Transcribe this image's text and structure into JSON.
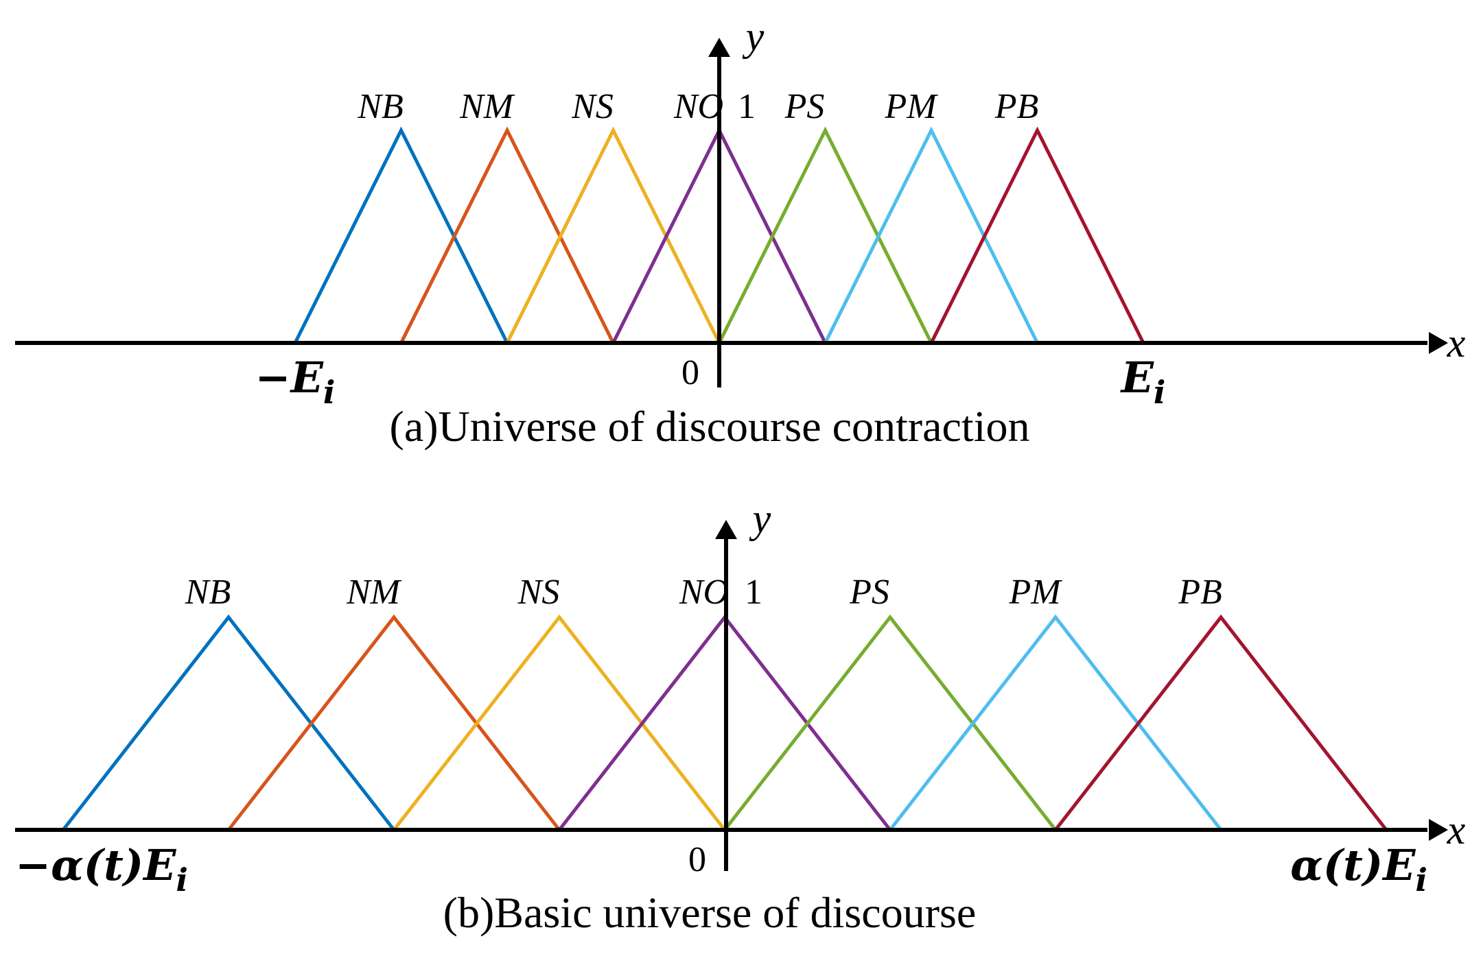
{
  "colors": {
    "NB": "#0072BD",
    "NM": "#D95319",
    "NS": "#EDB120",
    "NO": "#7E2F8E",
    "PS": "#77AC30",
    "PM": "#4DBEEE",
    "PB": "#A2142F",
    "axis": "#000000"
  },
  "panels": [
    {
      "id": "a",
      "caption": "(a)Universe of discourse contraction",
      "x_axis_label": "x",
      "y_axis_label": "y",
      "peak_label": "1",
      "origin_label": "0",
      "left_end_label": "−E",
      "left_end_sub": "i",
      "right_end_label": "E",
      "right_end_sub": "i",
      "sets": [
        {
          "label": "NB",
          "color_key": "NB",
          "points": [
            [
              -1.0,
              0
            ],
            [
              -0.75,
              1
            ],
            [
              -0.5,
              0
            ]
          ]
        },
        {
          "label": "NM",
          "color_key": "NM",
          "points": [
            [
              -0.75,
              0
            ],
            [
              -0.5,
              1
            ],
            [
              -0.25,
              0
            ]
          ]
        },
        {
          "label": "NS",
          "color_key": "NS",
          "points": [
            [
              -0.5,
              0
            ],
            [
              -0.25,
              1
            ],
            [
              0.0,
              0
            ]
          ]
        },
        {
          "label": "NO",
          "color_key": "NO",
          "points": [
            [
              -0.25,
              0
            ],
            [
              0.0,
              1
            ],
            [
              0.25,
              0
            ]
          ]
        },
        {
          "label": "PS",
          "color_key": "PS",
          "points": [
            [
              0.0,
              0
            ],
            [
              0.25,
              1
            ],
            [
              0.5,
              0
            ]
          ]
        },
        {
          "label": "PM",
          "color_key": "PM",
          "points": [
            [
              0.25,
              0
            ],
            [
              0.5,
              1
            ],
            [
              0.75,
              0
            ]
          ]
        },
        {
          "label": "PB",
          "color_key": "PB",
          "points": [
            [
              0.5,
              0
            ],
            [
              0.75,
              1
            ],
            [
              1.0,
              0
            ]
          ]
        }
      ]
    },
    {
      "id": "b",
      "caption": "(b)Basic universe of discourse",
      "x_axis_label": "x",
      "y_axis_label": "y",
      "peak_label": "1",
      "origin_label": "0",
      "left_end_label": "−α(t)E",
      "left_end_sub": "i",
      "right_end_label": "α(t)E",
      "right_end_sub": "i",
      "sets": [
        {
          "label": "NB",
          "color_key": "NB",
          "points": [
            [
              -1.0,
              0
            ],
            [
              -0.75,
              1
            ],
            [
              -0.5,
              0
            ]
          ]
        },
        {
          "label": "NM",
          "color_key": "NM",
          "points": [
            [
              -0.75,
              0
            ],
            [
              -0.5,
              1
            ],
            [
              -0.25,
              0
            ]
          ]
        },
        {
          "label": "NS",
          "color_key": "NS",
          "points": [
            [
              -0.5,
              0
            ],
            [
              -0.25,
              1
            ],
            [
              0.0,
              0
            ]
          ]
        },
        {
          "label": "NO",
          "color_key": "NO",
          "points": [
            [
              -0.25,
              0
            ],
            [
              0.0,
              1
            ],
            [
              0.25,
              0
            ]
          ]
        },
        {
          "label": "PS",
          "color_key": "PS",
          "points": [
            [
              0.0,
              0
            ],
            [
              0.25,
              1
            ],
            [
              0.5,
              0
            ]
          ]
        },
        {
          "label": "PM",
          "color_key": "PM",
          "points": [
            [
              0.25,
              0
            ],
            [
              0.5,
              1
            ],
            [
              0.75,
              0
            ]
          ]
        },
        {
          "label": "PB",
          "color_key": "PB",
          "points": [
            [
              0.5,
              0
            ],
            [
              0.75,
              1
            ],
            [
              1.0,
              0
            ]
          ]
        }
      ]
    }
  ]
}
